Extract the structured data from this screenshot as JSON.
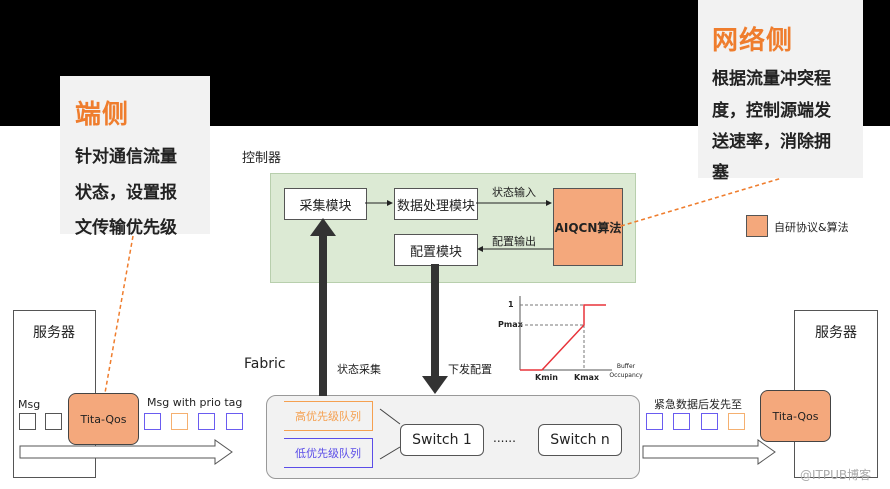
{
  "left_callout": {
    "title": "端侧",
    "lines": [
      "针对通信流量",
      "状态，设置报",
      "文传输优先级"
    ]
  },
  "right_callout": {
    "title": "网络侧",
    "lines": [
      "根据流量冲突程",
      "度，控制源端发",
      "送速率，消除拥",
      "塞"
    ]
  },
  "legend": {
    "label": "自研协议&算法",
    "color": "#f4a87c"
  },
  "controller": {
    "label": "控制器",
    "collect_module": "采集模块",
    "data_module": "数据处理模块",
    "config_module": "配置模块",
    "algorithm": "AIQCN算法",
    "state_input": "状态输入",
    "config_output": "配置输出"
  },
  "fabric": {
    "label": "Fabric",
    "state_collect": "状态采集",
    "config_dispatch": "下发配置",
    "high_queue": "高优先级队列",
    "low_queue": "低优先级队列",
    "switch1": "Switch 1",
    "ellipsis": "......",
    "switchn": "Switch n"
  },
  "left_server": {
    "label": "服务器",
    "msg": "Msg",
    "tita": "Tita-Qos",
    "tagged": "Msg with prio tag"
  },
  "right_server": {
    "label": "服务器",
    "tita": "Tita-Qos",
    "urgent": "紧急数据后发先至"
  },
  "chart_data": {
    "type": "line",
    "title": "",
    "xlabel": "Buffer Occupancy",
    "ylabel": "",
    "x_ticks": [
      "Kmin",
      "Kmax"
    ],
    "y_ticks": [
      "Pmax",
      "1"
    ],
    "points": [
      [
        "0",
        0
      ],
      [
        "Kmin",
        0
      ],
      [
        "Kmax",
        "Pmax"
      ],
      [
        "Kmax",
        1
      ],
      [
        "end",
        1
      ]
    ]
  },
  "watermark": "@ITPUB博客",
  "colors": {
    "accent": "#ef7d2d",
    "algo": "#f4a87c",
    "controller_bg": "#dcead4",
    "high_prio": "#f5a050",
    "low_prio": "#5b4de8",
    "curve": "#e8333a"
  }
}
